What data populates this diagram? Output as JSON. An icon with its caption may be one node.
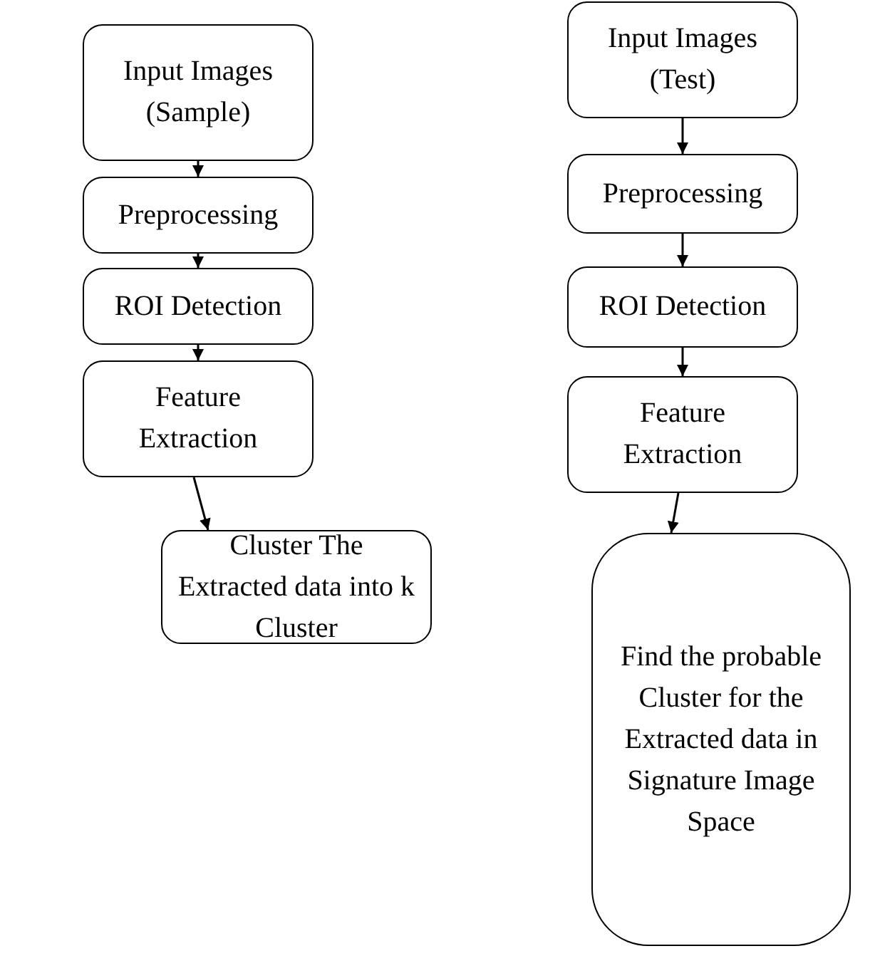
{
  "diagram": {
    "nodes": [
      {
        "text": [
          "Input Images (Sample)"
        ]
      },
      {
        "text": [
          "Preprocessing"
        ]
      },
      {
        "text": [
          "ROI Detection"
        ]
      },
      {
        "text": [
          "Feature Extraction"
        ]
      },
      {
        "text": [
          "Cluster The Extracted data into k Cluster"
        ]
      },
      {
        "text": [
          "Input Images (Test)"
        ]
      },
      {
        "text": [
          "Preprocessing"
        ]
      },
      {
        "text": [
          "ROI Detection"
        ]
      },
      {
        "text": [
          "Feature Extraction"
        ]
      },
      {
        "text": [
          "Find the probable Cluster for the Extracted data in Signature Image Space"
        ]
      }
    ],
    "edges": [
      {
        "from": 0,
        "to": 1,
        "arrow": "to"
      },
      {
        "from": 1,
        "to": 2,
        "arrow": "to"
      },
      {
        "from": 2,
        "to": 3,
        "arrow": "to"
      },
      {
        "from": 3,
        "to": 4,
        "arrow": "to"
      },
      {
        "from": 5,
        "to": 6,
        "arrow": "to"
      },
      {
        "from": 6,
        "to": 7,
        "arrow": "to"
      },
      {
        "from": 7,
        "to": 8,
        "arrow": "to"
      },
      {
        "from": 8,
        "to": 9,
        "arrow": "to"
      }
    ]
  }
}
